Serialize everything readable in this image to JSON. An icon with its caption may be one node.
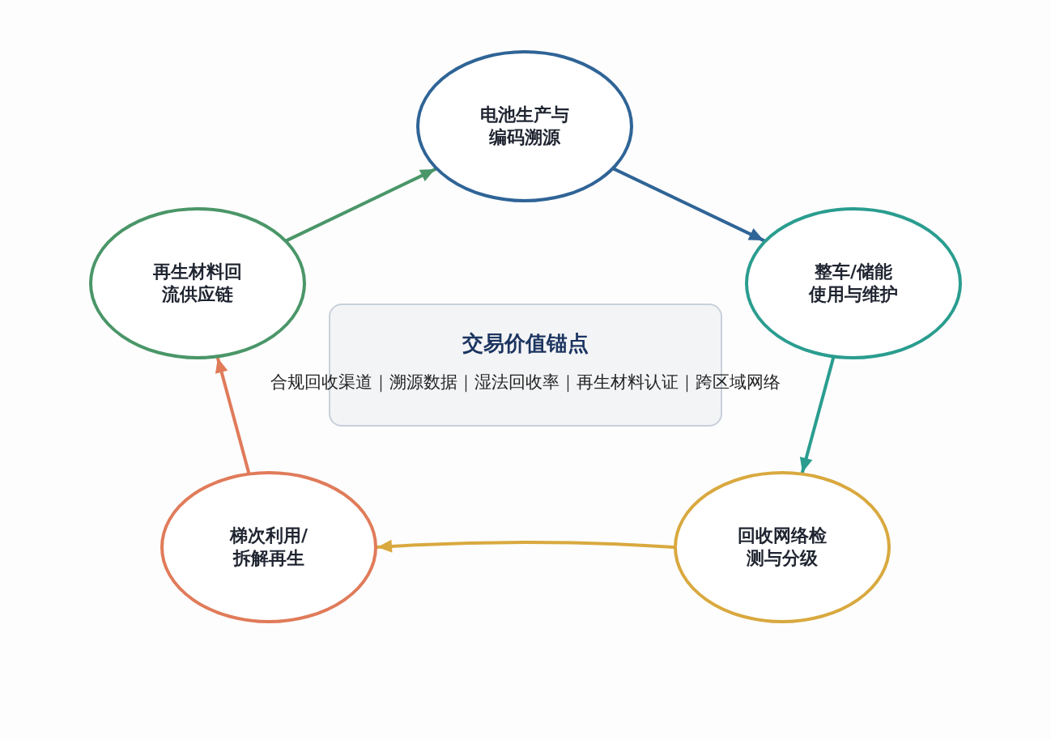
{
  "diagram": {
    "nodes": [
      {
        "text": [
          "电池生产与编码溯源"
        ]
      },
      {
        "text": [
          "整车/储能使用与维护"
        ]
      },
      {
        "text": [
          "回收网络检测与分级"
        ]
      },
      {
        "text": [
          "梯次利用/拆解再生"
        ]
      },
      {
        "text": [
          "再生材料回流供应链"
        ]
      },
      {
        "text": [
          "交易价值锚点",
          "合规回收渠道｜溯源数据｜湿法回收率｜再生材料认证｜跨区域网络"
        ]
      }
    ],
    "edges": [
      {
        "from": 4,
        "to": 0,
        "arrow": "to",
        "color": "#4a9668"
      },
      {
        "from": 0,
        "to": 1,
        "arrow": "to",
        "color": "#2f6496"
      },
      {
        "from": 1,
        "to": 2,
        "arrow": "to",
        "color": "#2a9d8f"
      },
      {
        "from": 2,
        "to": 3,
        "arrow": "to",
        "color": "#d9a93f"
      },
      {
        "from": 3,
        "to": 4,
        "arrow": "to",
        "color": "#e07b5a"
      }
    ]
  }
}
